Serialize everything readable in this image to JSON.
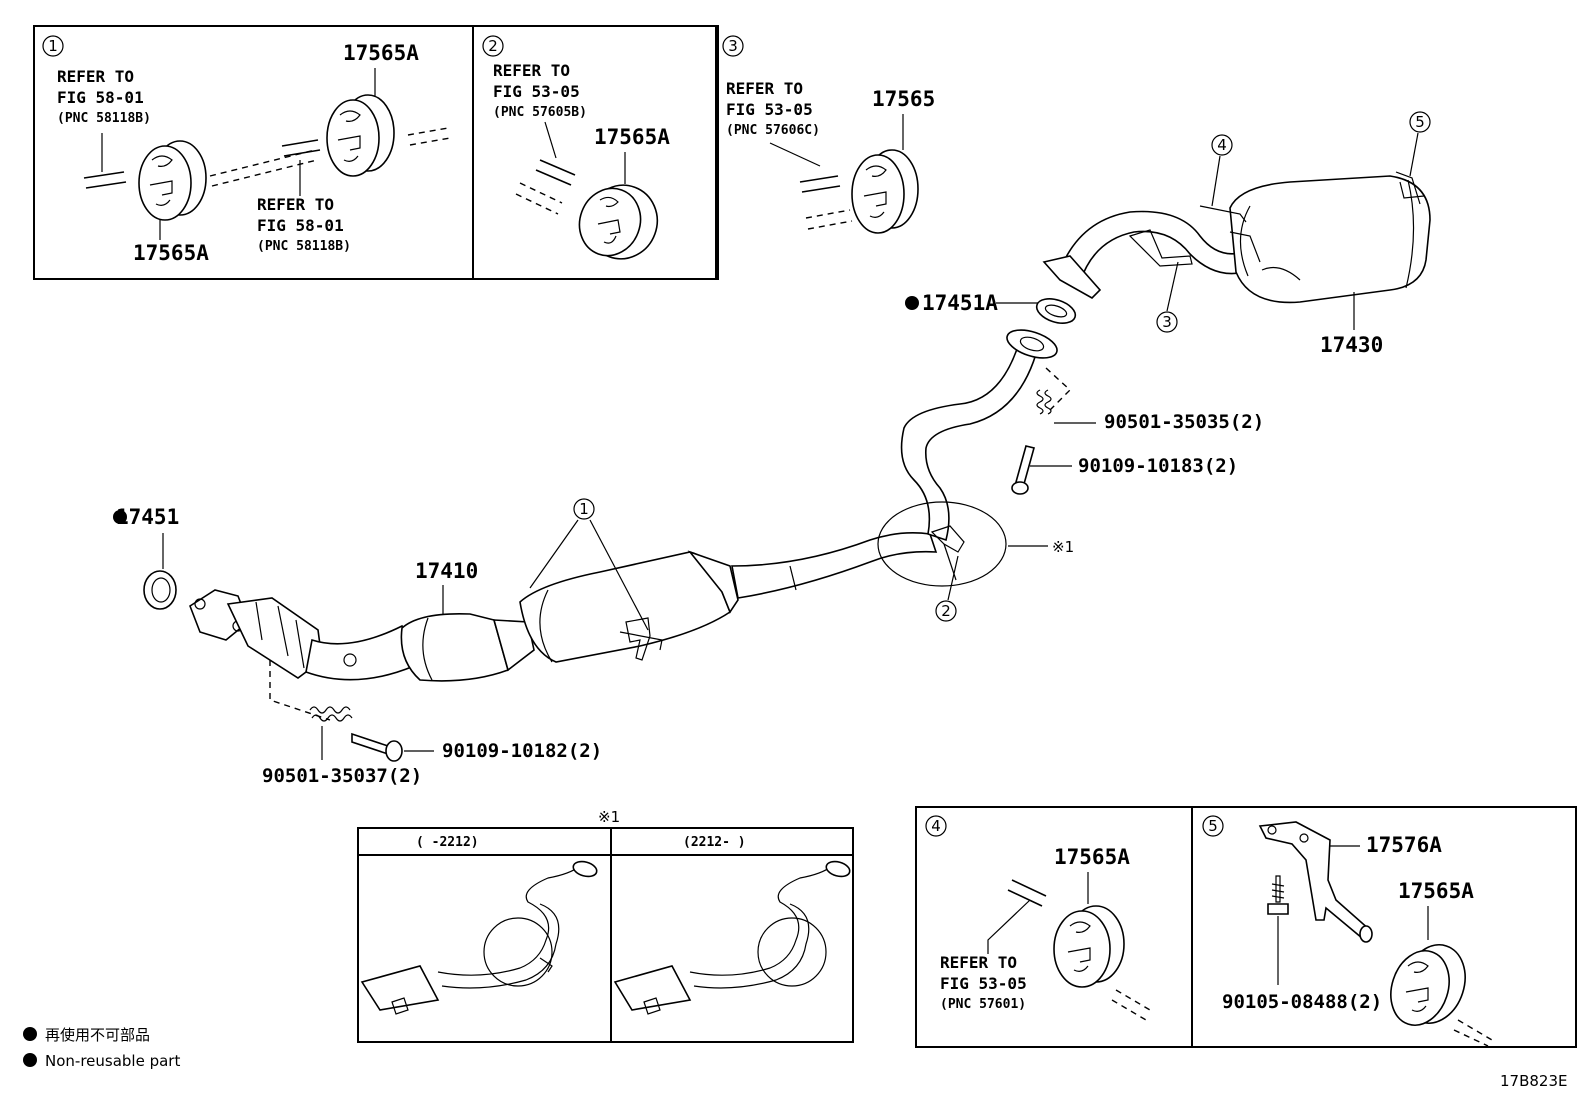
{
  "legend": {
    "jp": "再使用不可部品",
    "en": "Non-reusable part"
  },
  "figure_id": "17B823E",
  "note_symbol": "※1",
  "refer_to": "REFER TO",
  "insets": {
    "i1": {
      "num": "1",
      "part_top": "17565A",
      "part_bottom": "17565A",
      "ref_a_fig": "FIG 58-01",
      "ref_a_pnc": "(PNC 58118B)",
      "ref_b_fig": "FIG 58-01",
      "ref_b_pnc": "(PNC 58118B)"
    },
    "i2": {
      "num": "2",
      "part": "17565A",
      "ref_fig": "FIG 53-05",
      "ref_pnc": "(PNC 57605B)"
    },
    "i3": {
      "num": "3",
      "part": "17565",
      "ref_fig": "FIG 53-05",
      "ref_pnc": "(PNC 57606C)"
    },
    "i4": {
      "num": "4",
      "part": "17565A",
      "ref_fig": "FIG 53-05",
      "ref_pnc": "(PNC 57601)"
    },
    "i5": {
      "num": "5",
      "part_a": "17576A",
      "part_b": "17565A",
      "bolt": "90105-08488(2)"
    }
  },
  "callouts": {
    "c1": "1",
    "c2": "2",
    "c3": "3",
    "c4": "4",
    "c5": "5"
  },
  "parts": {
    "gasket_front": "17451",
    "front_pipe": "17410",
    "spring_front": "90501-35037(2)",
    "bolt_front": "90109-10182(2)",
    "gasket_rear": "17451A",
    "muffler": "17430",
    "spring_rear": "90501-35035(2)",
    "bolt_rear": "90109-10183(2)"
  },
  "variants": {
    "left_label": "(      -2212)",
    "right_label": "(2212-      )"
  }
}
